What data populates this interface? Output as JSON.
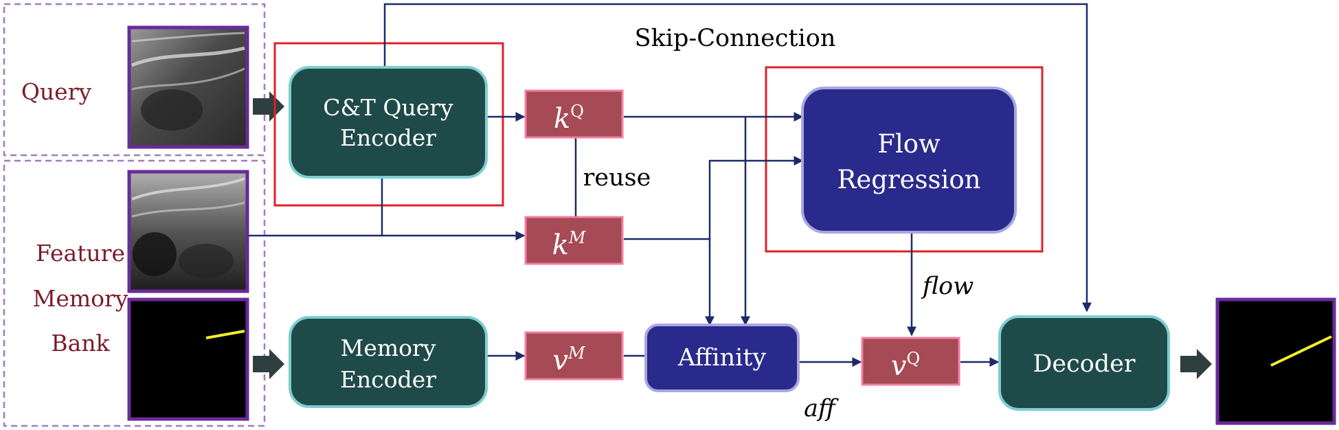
{
  "labels": {
    "query": "Query",
    "feature_memory_bank": [
      "Feature",
      "Memory",
      "Bank"
    ],
    "skip_connection": "Skip-Connection",
    "reuse": "reuse",
    "flow": "flow",
    "aff": "aff"
  },
  "blocks": {
    "query_encoder": [
      "C&T Query",
      "Encoder"
    ],
    "memory_encoder": [
      "Memory",
      "Encoder"
    ],
    "flow_regression": [
      "Flow",
      "Regression"
    ],
    "affinity": "Affinity",
    "decoder": "Decoder"
  },
  "tensors": {
    "kq": {
      "base": "k",
      "sup": "Q"
    },
    "km": {
      "base": "k",
      "sup": "M"
    },
    "vm": {
      "base": "v",
      "sup": "M"
    },
    "vq": {
      "base": "v",
      "sup": "Q"
    }
  },
  "colors": {
    "encoder_fill": "#1f4a4a",
    "encoder_border": "#7ecdd0",
    "block_fill": "#2a2a8c",
    "block_border": "#a9a6e0",
    "tensor_fill": "#a64a55",
    "tensor_border": "#f07fa0",
    "highlight_red": "#e0202a",
    "arrow": "#1c2a6a",
    "thick_arrow": "#2f3f3f",
    "label_maroon": "#7a1c2a",
    "dashed_purple": "#a07cc0",
    "image_border": "#6a2a9a",
    "mask_line": "#f2ee2a"
  }
}
